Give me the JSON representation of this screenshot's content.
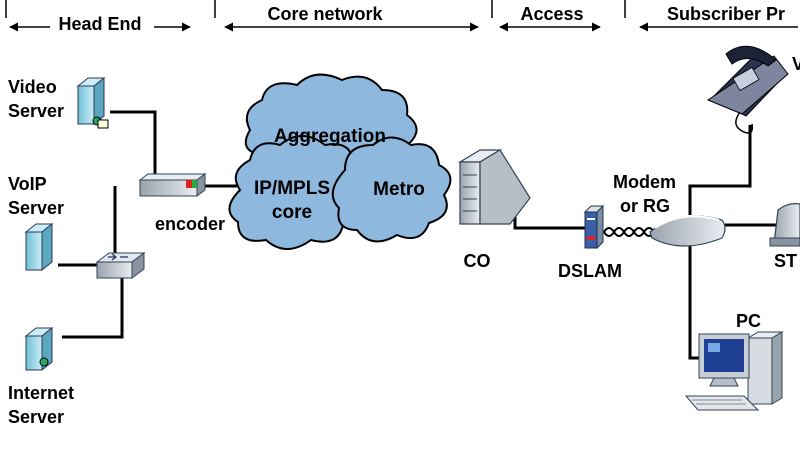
{
  "headers": {
    "head_end": "Head End",
    "core_network": "Core network",
    "access": "Access",
    "subscriber": "Subscriber Pr"
  },
  "nodes": {
    "video_server": [
      "Video",
      "Server"
    ],
    "voip_server": [
      "VoIP",
      "Server"
    ],
    "internet_server": [
      "Internet",
      "Server"
    ],
    "encoder": "encoder",
    "aggregation": "Aggregation",
    "ip_mpls": [
      "IP/MPLS",
      "core"
    ],
    "metro": "Metro",
    "co": "CO",
    "dslam": "DSLAM",
    "modem": [
      "Modem",
      "or RG"
    ],
    "stb": "ST",
    "pc": "PC",
    "phone": "V"
  },
  "colors": {
    "cloud_fill": "#8fb8de",
    "cloud_stroke": "#000000",
    "server_fill": "#9fd8e6",
    "device_fill": "#cfd6e0",
    "link": "#000000"
  },
  "icons": {
    "server": "server-icon",
    "switch": "switch-icon",
    "encoder": "encoder-icon",
    "co": "co-building-icon",
    "dslam": "dslam-icon",
    "modem": "modem-icon",
    "phone": "telephone-icon",
    "pc": "computer-icon",
    "stb": "set-top-box-icon"
  }
}
